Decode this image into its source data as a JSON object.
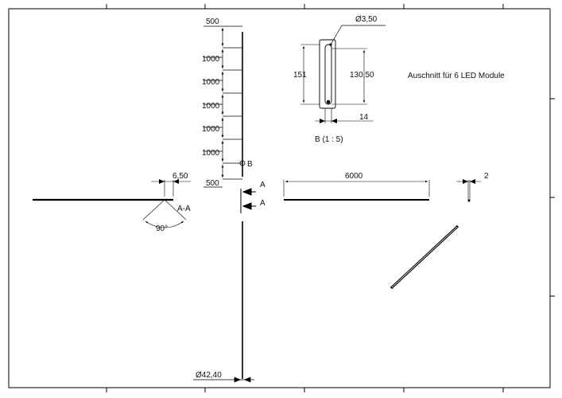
{
  "drawing": {
    "note": "Auschnitt für 6 LED Module",
    "detail_caption": "B (1 : 5)",
    "detail_marker": "B",
    "section_label": "A-A",
    "section_arrow_label_1": "A",
    "section_arrow_label_2": "A",
    "angle_label": "90°",
    "spacing": {
      "top": "500",
      "gap_1": "1000",
      "gap_2": "1000",
      "gap_3": "1000",
      "gap_4": "1000",
      "gap_5": "1000",
      "bottom": "500"
    },
    "detail": {
      "hole_diameter": "Ø3,50",
      "slot_length": "151",
      "slot_inner_length": "130,50",
      "slot_width": "14"
    },
    "section_thickness": "6,50",
    "length": "6000",
    "end_thickness": "2",
    "diameter": "Ø42,40"
  }
}
